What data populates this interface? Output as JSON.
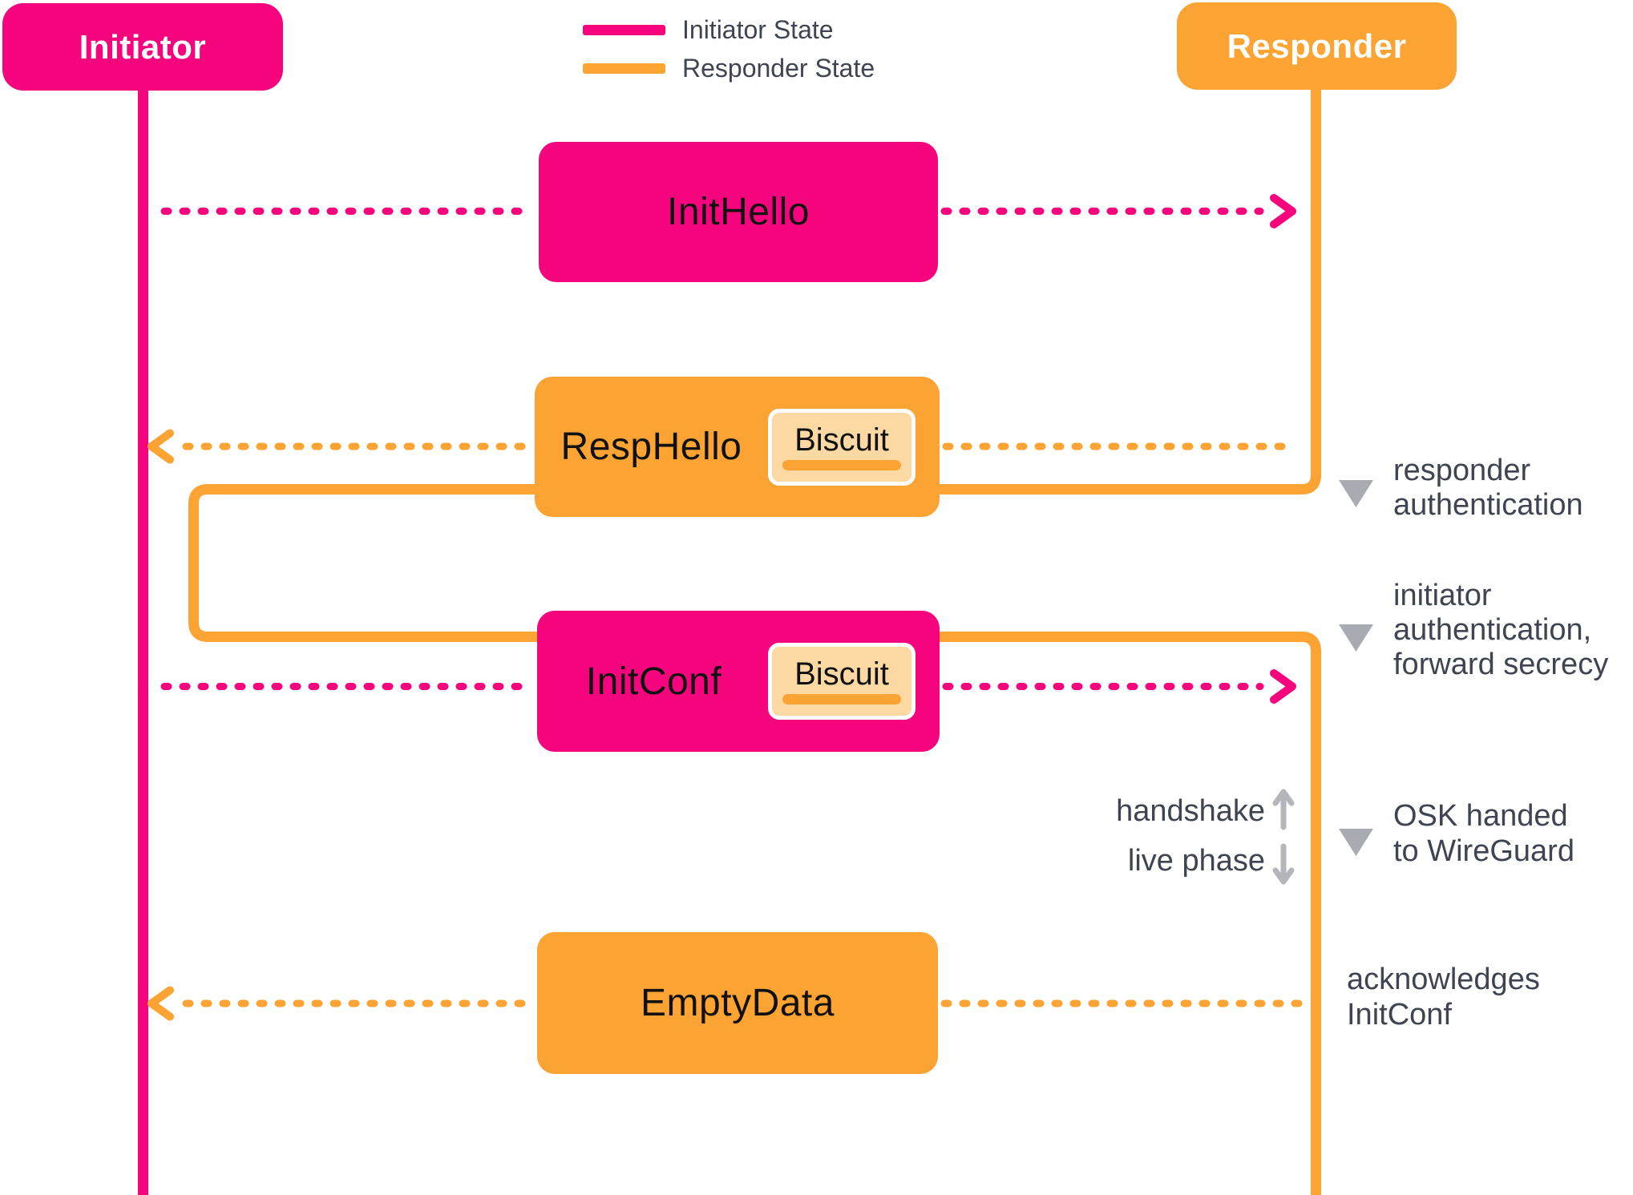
{
  "diagram": {
    "actors": {
      "initiator": {
        "label": "Initiator"
      },
      "responder": {
        "label": "Responder"
      }
    },
    "legend": {
      "items": [
        {
          "label": "Initiator State",
          "color": "#F5047E"
        },
        {
          "label": "Responder State",
          "color": "#FBA333"
        }
      ]
    },
    "messages": [
      {
        "label": "InitHello",
        "from": "initiator",
        "to": "responder",
        "state_color": "#F5047E"
      },
      {
        "label": "RespHello",
        "from": "responder",
        "to": "initiator",
        "state_color": "#FBA333",
        "biscuit_label": "Biscuit"
      },
      {
        "label": "InitConf",
        "from": "initiator",
        "to": "responder",
        "state_color": "#F5047E",
        "biscuit_label": "Biscuit"
      },
      {
        "label": "EmptyData",
        "from": "responder",
        "to": "initiator",
        "state_color": "#FBA333"
      }
    ],
    "annotations": [
      {
        "lines": [
          "responder",
          "authentication"
        ],
        "marker": "triangle-down"
      },
      {
        "lines": [
          "initiator",
          "authentication,",
          "forward secrecy"
        ],
        "marker": "triangle-down"
      },
      {
        "lines": [
          "OSK handed",
          "to WireGuard"
        ],
        "marker": "triangle-down"
      },
      {
        "lines": [
          "acknowledges",
          "InitConf"
        ],
        "marker": "none"
      }
    ],
    "phase_divider": {
      "upper_label": "handshake",
      "lower_label": "live phase"
    }
  },
  "colors": {
    "pink": "#F5047E",
    "orange": "#FBA333",
    "biscuit_fill": "#FCD9A3",
    "text_dark": "#3E4450",
    "label_black": "#111111",
    "gray_marker": "#A9ABB2",
    "gray_arrow": "#B4B6BC",
    "white": "#FFFFFF"
  }
}
